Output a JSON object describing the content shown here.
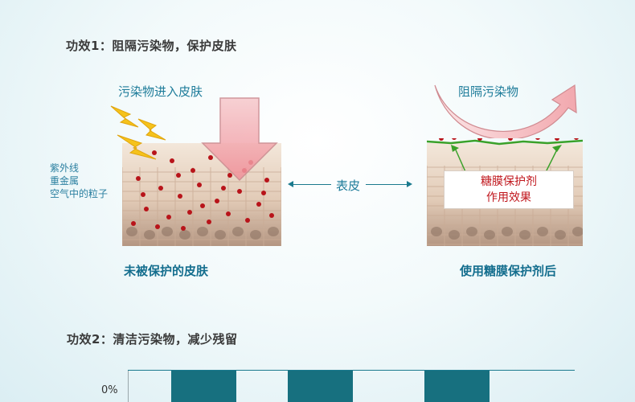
{
  "section1": {
    "title": "功效1：阻隔污染物，保护皮肤",
    "left": {
      "arrow_label": "污染物进入皮肤",
      "side_labels": [
        "紫外线",
        "重金属",
        "空气中的粒子"
      ],
      "caption": "未被保护的皮肤"
    },
    "middle_label": "表皮",
    "right": {
      "arc_label": "阻隔污染物",
      "box_lines": [
        "糖膜保护剂",
        "作用效果"
      ],
      "caption": "使用糖膜保护剂后"
    }
  },
  "section2": {
    "title": "功效2：清洁污染物，减少残留",
    "y_tick": "0%"
  },
  "colors": {
    "accent_blue": "#146e8e",
    "bar_teal": "#17707f",
    "pollutant_red": "#b8141a",
    "film_green": "#3aa12a"
  },
  "icons": [
    "lightning-icon",
    "down-arrow-icon",
    "curved-arrow-icon",
    "double-arrow-icon"
  ]
}
